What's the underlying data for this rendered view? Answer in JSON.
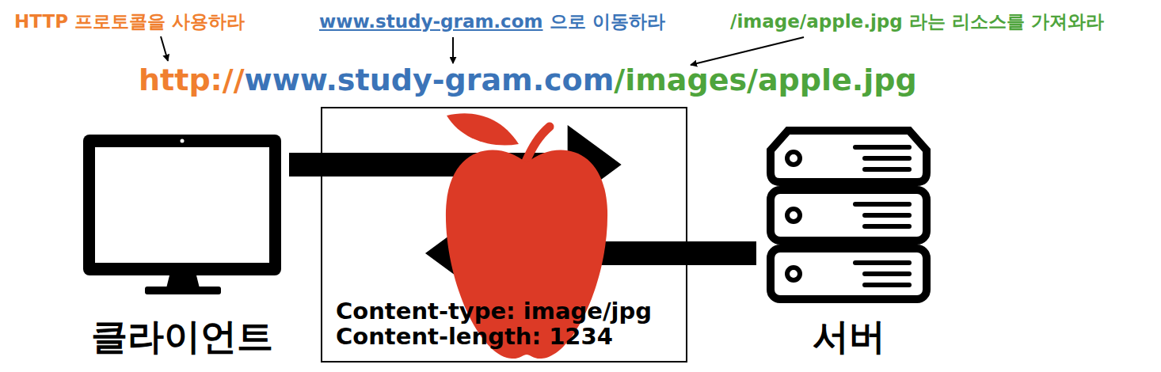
{
  "diagram": {
    "nodes": [
      {
        "text": [
          "클라이언트"
        ]
      },
      {
        "text": [
          "Content-type: image/jpg",
          "Content-length: 1234"
        ]
      },
      {
        "text": [
          "서버"
        ]
      }
    ],
    "edges": [
      {
        "from": 0,
        "to": 1,
        "arrow": "to"
      },
      {
        "from": 2,
        "to": 1,
        "arrow": "to"
      }
    ],
    "labels": [
      "HTTP 프로토콜을 사용하라",
      "www.study-gram.com",
      "으로 이동하라",
      "/image/apple.jpg 라는 리소스를 가져와라",
      "http://",
      "www.study-gram.com",
      "/images/apple.jpg"
    ]
  }
}
